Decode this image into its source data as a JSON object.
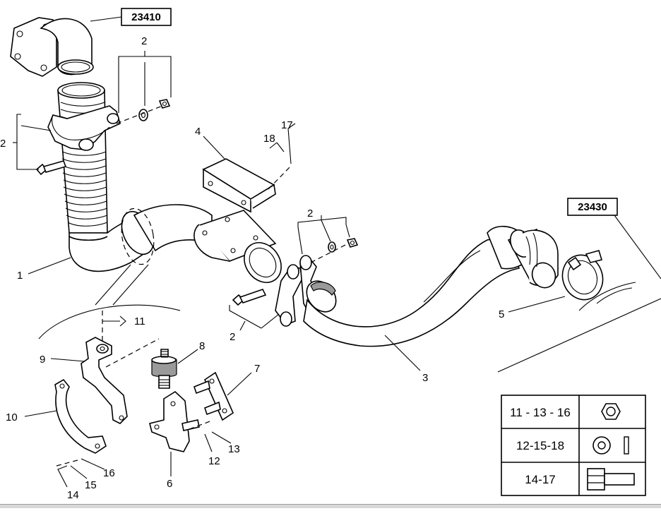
{
  "refs": {
    "top_ref": "23410",
    "right_ref": "23430"
  },
  "callouts": {
    "c1": "1",
    "c2a": "2",
    "c2b": "2",
    "c2c": "2",
    "c2d": "2",
    "c3": "3",
    "c4": "4",
    "c5": "5",
    "c6": "6",
    "c7": "7",
    "c8": "8",
    "c9": "9",
    "c10": "10",
    "c11": "11",
    "c12": "12",
    "c13": "13",
    "c14": "14",
    "c15": "15",
    "c16": "16",
    "c17": "17",
    "c18": "18"
  },
  "legend": {
    "rows": [
      {
        "label": "11 - 13 - 16",
        "icon": "nut-icon"
      },
      {
        "label": "12-15-18",
        "icon": "washer-icon"
      },
      {
        "label": "14-17",
        "icon": "bolt-icon"
      }
    ]
  }
}
